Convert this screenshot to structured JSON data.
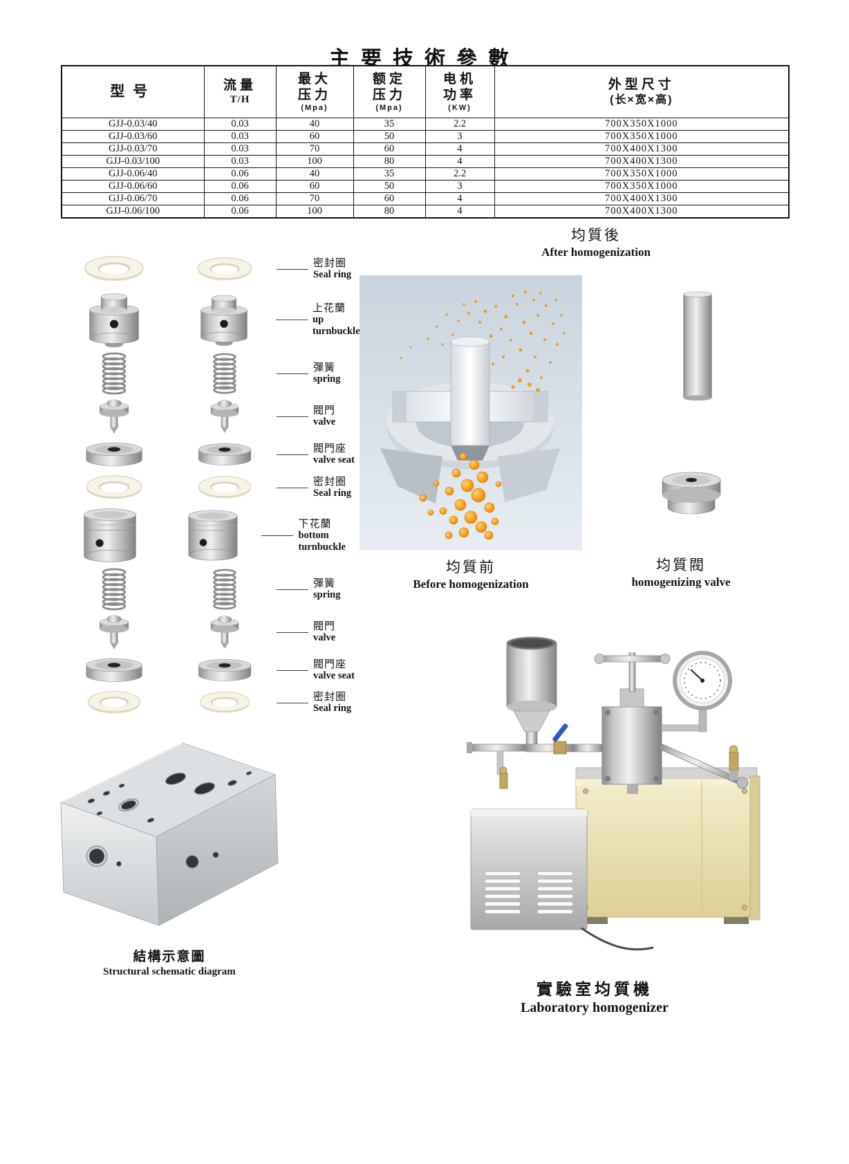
{
  "page": {
    "title": "主要技術參數"
  },
  "table": {
    "headers": [
      {
        "lines": [
          "型号"
        ]
      },
      {
        "lines": [
          "流量",
          "T/H"
        ]
      },
      {
        "lines": [
          "最大",
          "压力",
          "(Mpa)"
        ]
      },
      {
        "lines": [
          "额定",
          "压力",
          "(Mpa)"
        ]
      },
      {
        "lines": [
          "电机",
          "功率",
          "(KW)"
        ]
      },
      {
        "lines": [
          "外型尺寸",
          "(长×宽×高)"
        ]
      }
    ],
    "rows": [
      [
        "GJJ-0.03/40",
        "0.03",
        "40",
        "35",
        "2.2",
        "700X350X1000"
      ],
      [
        "GJJ-0.03/60",
        "0.03",
        "60",
        "50",
        "3",
        "700X350X1000"
      ],
      [
        "GJJ-0.03/70",
        "0.03",
        "70",
        "60",
        "4",
        "700X400X1300"
      ],
      [
        "GJJ-0.03/100",
        "0.03",
        "100",
        "80",
        "4",
        "700X400X1300"
      ],
      [
        "GJJ-0.06/40",
        "0.06",
        "40",
        "35",
        "2.2",
        "700X350X1000"
      ],
      [
        "GJJ-0.06/60",
        "0.06",
        "60",
        "50",
        "3",
        "700X350X1000"
      ],
      [
        "GJJ-0.06/70",
        "0.06",
        "70",
        "60",
        "4",
        "700X400X1300"
      ],
      [
        "GJJ-0.06/100",
        "0.06",
        "100",
        "80",
        "4",
        "700X400X1300"
      ]
    ]
  },
  "parts": [
    {
      "cn": "密封圈",
      "en": "Seal ring"
    },
    {
      "cn": "上花蘭",
      "en": "up turnbuckle"
    },
    {
      "cn": "彈簧",
      "en": "spring"
    },
    {
      "cn": "閥門",
      "en": "valve"
    },
    {
      "cn": "閥門座",
      "en": "valve seat"
    },
    {
      "cn": "密封圈",
      "en": "Seal ring"
    },
    {
      "cn": "下花蘭",
      "en": "bottom turnbuckle"
    },
    {
      "cn": "彈簧",
      "en": "spring"
    },
    {
      "cn": "閥門",
      "en": "valve"
    },
    {
      "cn": "閥門座",
      "en": "valve seat"
    },
    {
      "cn": "密封圈",
      "en": "Seal ring"
    }
  ],
  "captions": {
    "after": {
      "cn": "均質後",
      "en": "After homogenization"
    },
    "before": {
      "cn": "均質前",
      "en": "Before homogenization"
    },
    "valve": {
      "cn": "均質閥",
      "en": "homogenizing valve"
    },
    "schematic": {
      "cn": "結構示意圖",
      "en": "Structural schematic diagram"
    },
    "machine": {
      "cn": "實驗室均質機",
      "en": "Laboratory homogenizer"
    }
  },
  "colors": {
    "particle_orange": "#f0941c",
    "machine_cream": "#ece2b2",
    "steel_gray": "#c9c9c9",
    "panel_blue_gray": "#cdd8e2"
  }
}
